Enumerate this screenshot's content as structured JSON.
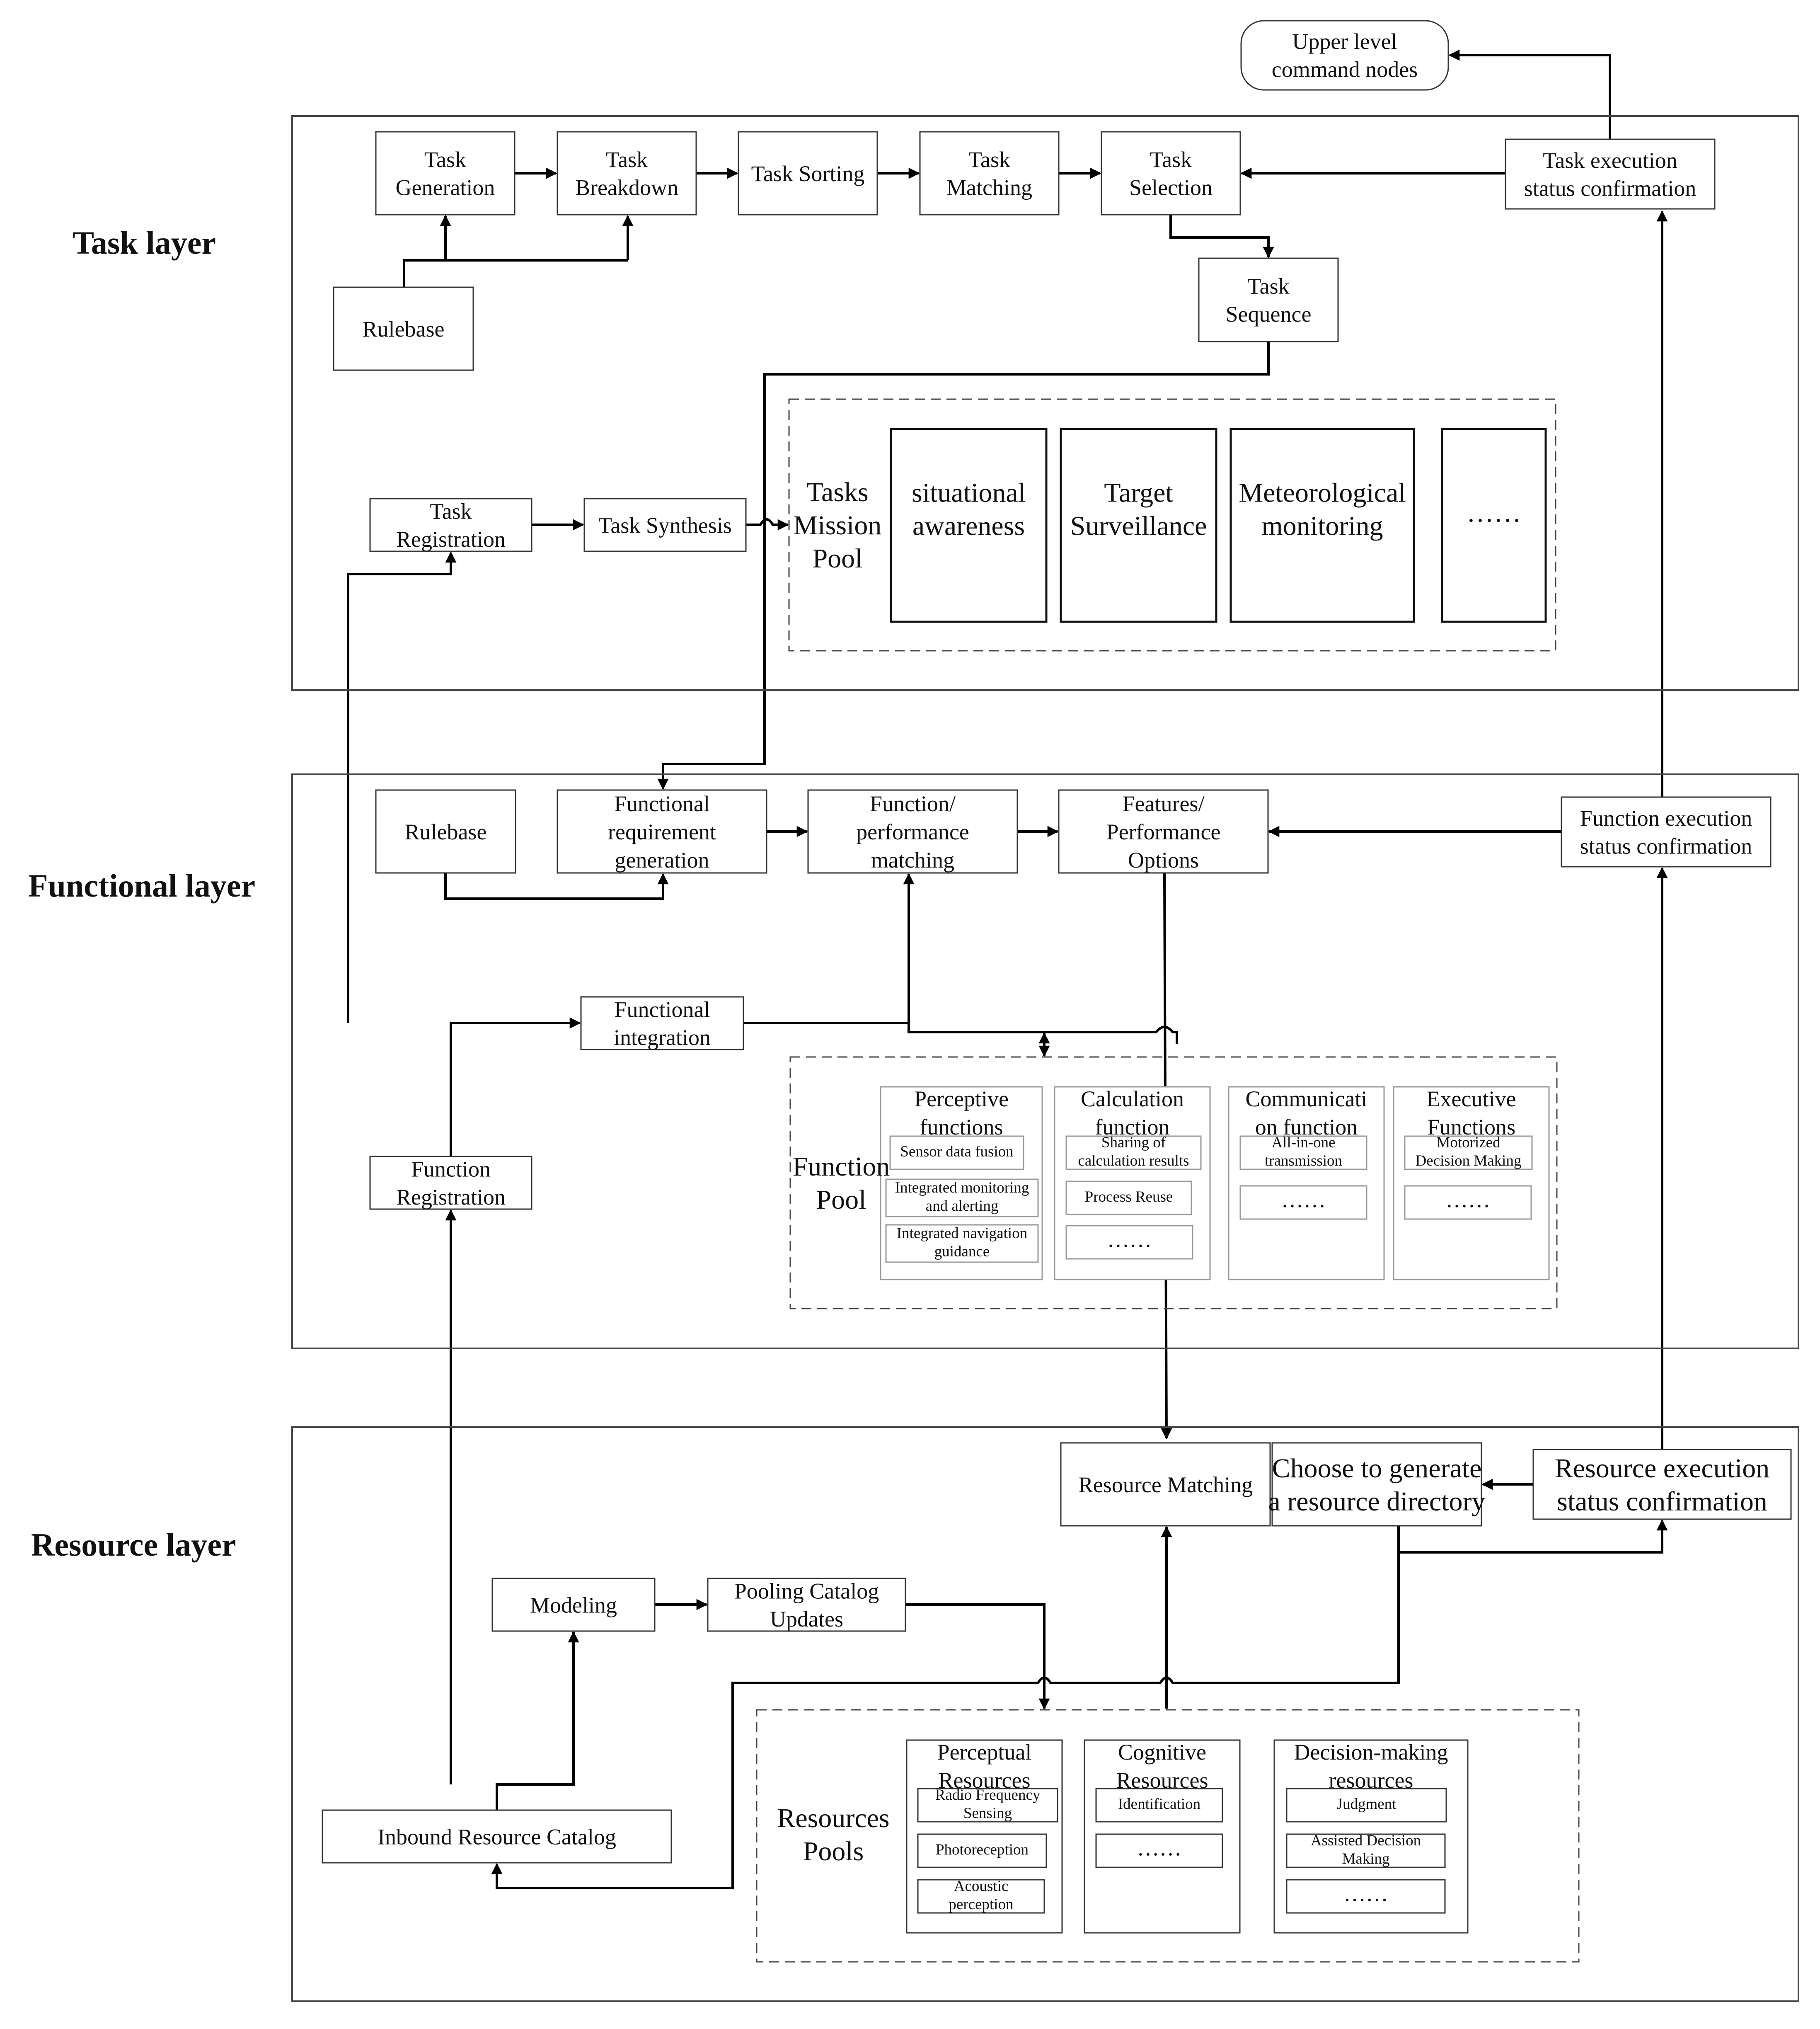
{
  "layers": {
    "task": "Task layer",
    "functional": "Functional layer",
    "resource": "Resource layer"
  },
  "top": {
    "upper_command": [
      "Upper level",
      "command nodes"
    ]
  },
  "task_layer": {
    "task_generation": [
      "Task",
      "Generation"
    ],
    "task_breakdown": [
      "Task",
      "Breakdown"
    ],
    "task_sorting": [
      "Task Sorting"
    ],
    "task_matching": [
      "Task",
      "Matching"
    ],
    "task_selection": [
      "Task",
      "Selection"
    ],
    "task_exec_confirm": [
      "Task execution",
      "status confirmation"
    ],
    "rulebase": [
      "Rulebase"
    ],
    "task_sequence": [
      "Task",
      "Sequence"
    ],
    "task_registration": [
      "Task",
      "Registration"
    ],
    "task_synthesis": [
      "Task Synthesis"
    ],
    "pool_title": [
      "Tasks",
      "Mission",
      "Pool"
    ],
    "pool_items": [
      [
        "situational",
        "awareness"
      ],
      [
        "Target",
        "Surveillance"
      ],
      [
        "Meteorological",
        "monitoring"
      ],
      [
        "……"
      ]
    ]
  },
  "functional_layer": {
    "rulebase": [
      "Rulebase"
    ],
    "func_req_gen": [
      "Functional",
      "requirement",
      "generation"
    ],
    "func_perf_match": [
      "Function/",
      "performance",
      "matching"
    ],
    "features_perf": [
      "Features/",
      "Performance",
      "Options"
    ],
    "func_exec_confirm": [
      "Function execution",
      "status confirmation"
    ],
    "func_integration": [
      "Functional",
      "integration"
    ],
    "func_registration": [
      "Function",
      "Registration"
    ],
    "pool_title": [
      "Function",
      "Pool"
    ],
    "groups": [
      {
        "title": [
          "Perceptive",
          "functions"
        ],
        "items": [
          [
            "Sensor data fusion"
          ],
          [
            "Integrated monitoring",
            "and alerting"
          ],
          [
            "Integrated navigation",
            "guidance"
          ]
        ]
      },
      {
        "title": [
          "Calculation",
          "function"
        ],
        "items": [
          [
            "Sharing of",
            "calculation results"
          ],
          [
            "Process Reuse"
          ],
          [
            "……"
          ]
        ]
      },
      {
        "title": [
          "Communicati",
          "on function"
        ],
        "items": [
          [
            "All-in-one",
            "transmission"
          ],
          [
            "……"
          ]
        ]
      },
      {
        "title": [
          "Executive",
          "Functions"
        ],
        "items": [
          [
            "Motorized",
            "Decision Making"
          ],
          [
            "……"
          ]
        ]
      }
    ]
  },
  "resource_layer": {
    "resource_matching": [
      "Resource Matching"
    ],
    "choose_generate": [
      "Choose to generate",
      "a resource directory"
    ],
    "res_exec_confirm": [
      "Resource execution",
      "status confirmation"
    ],
    "modeling": [
      "Modeling"
    ],
    "pooling_updates": [
      "Pooling Catalog",
      "Updates"
    ],
    "inbound_catalog": [
      "Inbound Resource Catalog"
    ],
    "pool_title": [
      "Resources",
      "Pools"
    ],
    "groups": [
      {
        "title": [
          "Perceptual",
          "Resources"
        ],
        "items": [
          [
            "Radio Frequency",
            "Sensing"
          ],
          [
            "Photoreception"
          ],
          [
            "Acoustic",
            "perception"
          ]
        ]
      },
      {
        "title": [
          "Cognitive",
          "Resources"
        ],
        "items": [
          [
            "Identification"
          ],
          [
            "……"
          ]
        ]
      },
      {
        "title": [
          "Decision-making",
          "resources"
        ],
        "items": [
          [
            "Judgment"
          ],
          [
            "Assisted Decision",
            "Making"
          ],
          [
            "……"
          ]
        ]
      }
    ]
  }
}
